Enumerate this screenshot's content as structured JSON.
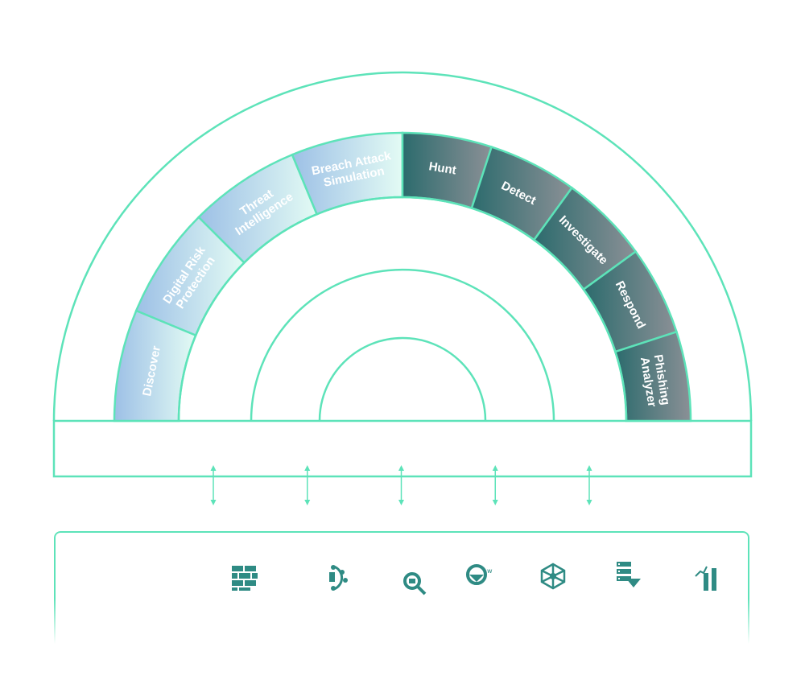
{
  "diagram": {
    "left_arc": {
      "segments": [
        {
          "lines": [
            "Discover"
          ]
        },
        {
          "lines": [
            "Digital Risk",
            "Protection"
          ]
        },
        {
          "lines": [
            "Threat",
            "Intelligence"
          ]
        },
        {
          "lines": [
            "Breach Attack",
            "Simulation"
          ]
        }
      ]
    },
    "right_arc": {
      "segments": [
        {
          "lines": [
            "Hunt"
          ]
        },
        {
          "lines": [
            "Detect"
          ]
        },
        {
          "lines": [
            "Investigate"
          ]
        },
        {
          "lines": [
            "Respond"
          ]
        },
        {
          "lines": [
            "Phishing",
            "Analyzer"
          ]
        }
      ]
    },
    "colors": {
      "outline": "#5de3b9",
      "left_gradient_start": "#9dc0e6",
      "left_gradient_end": "#e3fbf4",
      "right_gradient_start": "#2c6b6d",
      "right_gradient_end": "#8b9096",
      "icon": "#2f8b84"
    },
    "arrow_count": 5
  },
  "toolbar": {
    "icons": [
      {
        "name": "firewall-icon"
      },
      {
        "name": "network-nodes-icon"
      },
      {
        "name": "search-icon"
      },
      {
        "name": "web-globe-icon"
      },
      {
        "name": "network-hub-icon"
      },
      {
        "name": "server-download-icon"
      },
      {
        "name": "bar-chart-icon"
      }
    ]
  }
}
